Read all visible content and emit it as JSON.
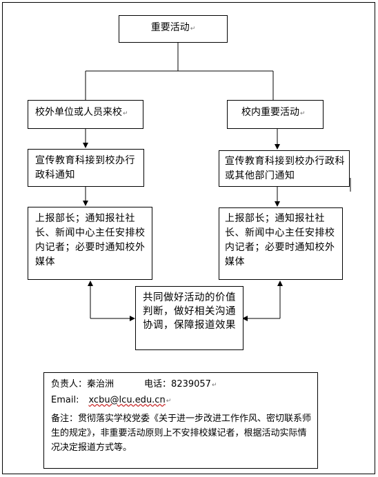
{
  "flowchart": {
    "top": "重要活动",
    "left_branch": {
      "start": "校外单位或人员来校",
      "receive": "宣传教育科接到校办行政科通知",
      "report": "上报部长；通知报社社长、新闻中心主任安排校内记者；必要时通知校外媒体"
    },
    "right_branch": {
      "start": "校内重要活动",
      "receive": "宣传教育科接到校办行政科或其他部门通知",
      "report": "上报部长；通知报社社长、新闻中心主任安排校内记者；必要时通知校外媒体"
    },
    "joint": "共同做好活动的价值判断，做好相关沟通协调，保障报道效果"
  },
  "notes": {
    "responsible_label": "负责人：",
    "responsible_name": "秦治洲",
    "phone_label": "电话：",
    "phone": "8239057",
    "email_label": "Email:",
    "email": "xcbu@lcu.edu.cn",
    "remark": "备注：贯彻落实学校党委《关于进一步改进工作作风、密切联系师生的规定》，非重要活动原则上不安排校媒记者，根据活动实际情况决定报道方式等。"
  },
  "paragraph_mark": "↵"
}
